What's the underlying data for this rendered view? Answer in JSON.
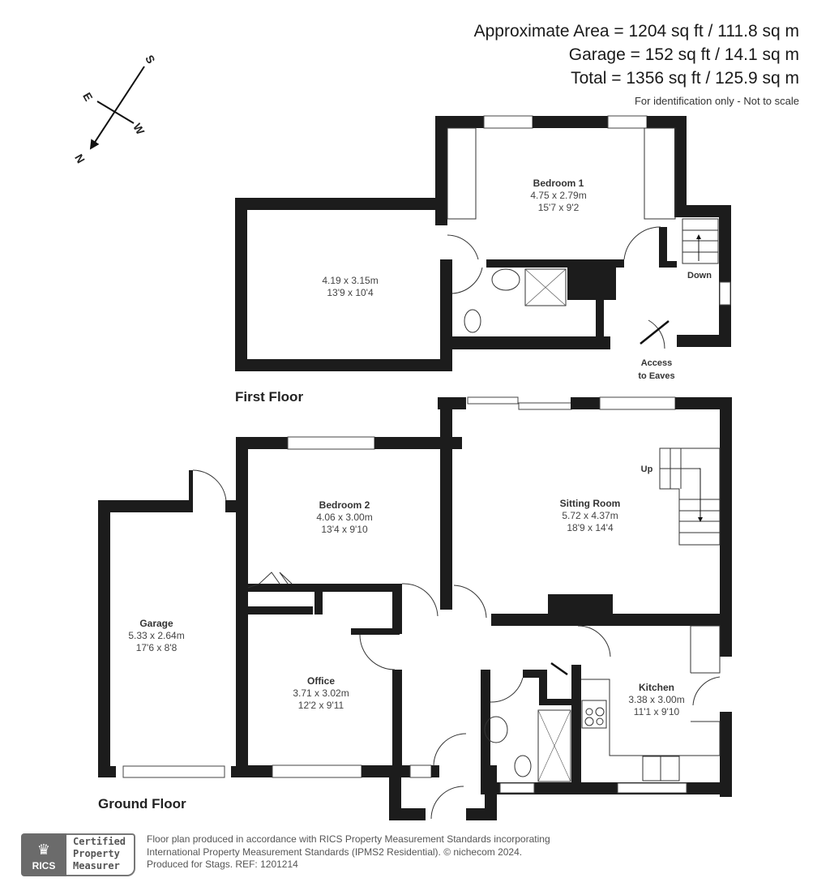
{
  "areas": {
    "approximate": "Approximate Area = 1204 sq ft / 111.8 sq m",
    "garage": "Garage = 152 sq ft / 14.1 sq m",
    "total": "Total = 1356 sq ft / 125.9 sq m",
    "note": "For identification only - Not to scale"
  },
  "compass": {
    "north": "N",
    "south": "S",
    "east": "E",
    "west": "W",
    "icon": "compass-arrow-icon"
  },
  "first_floor": {
    "title": "First Floor",
    "rooms": [
      {
        "name": "",
        "metric": "4.19 x 3.15m",
        "imperial": "13'9 x 10'4"
      },
      {
        "name": "Bedroom 1",
        "metric": "4.75 x 2.79m",
        "imperial": "15'7 x 9'2"
      }
    ],
    "labels": {
      "stairs": "Down",
      "eaves_1": "Access",
      "eaves_2": "to Eaves"
    }
  },
  "ground_floor": {
    "title": "Ground Floor",
    "rooms": [
      {
        "name": "Garage",
        "metric": "5.33 x 2.64m",
        "imperial": "17'6 x 8'8"
      },
      {
        "name": "Bedroom 2",
        "metric": "4.06 x 3.00m",
        "imperial": "13'4 x 9'10"
      },
      {
        "name": "Sitting Room",
        "metric": "5.72 x 4.37m",
        "imperial": "18'9 x 14'4"
      },
      {
        "name": "Office",
        "metric": "3.71 x 3.02m",
        "imperial": "12'2 x 9'11"
      },
      {
        "name": "Kitchen",
        "metric": "3.38 x 3.00m",
        "imperial": "11'1 x 9'10"
      }
    ],
    "labels": {
      "stairs": "Up"
    }
  },
  "footer": {
    "logo": {
      "brand": "RICS",
      "cert_line1": "Certified",
      "cert_line2": "Property",
      "cert_line3": "Measurer"
    },
    "line1": "Floor plan produced in accordance with RICS Property Measurement Standards incorporating",
    "line2": "International Property Measurement Standards (IPMS2 Residential).  © nichecom 2024.",
    "line3": "Produced for Stags.   REF: 1201214"
  }
}
